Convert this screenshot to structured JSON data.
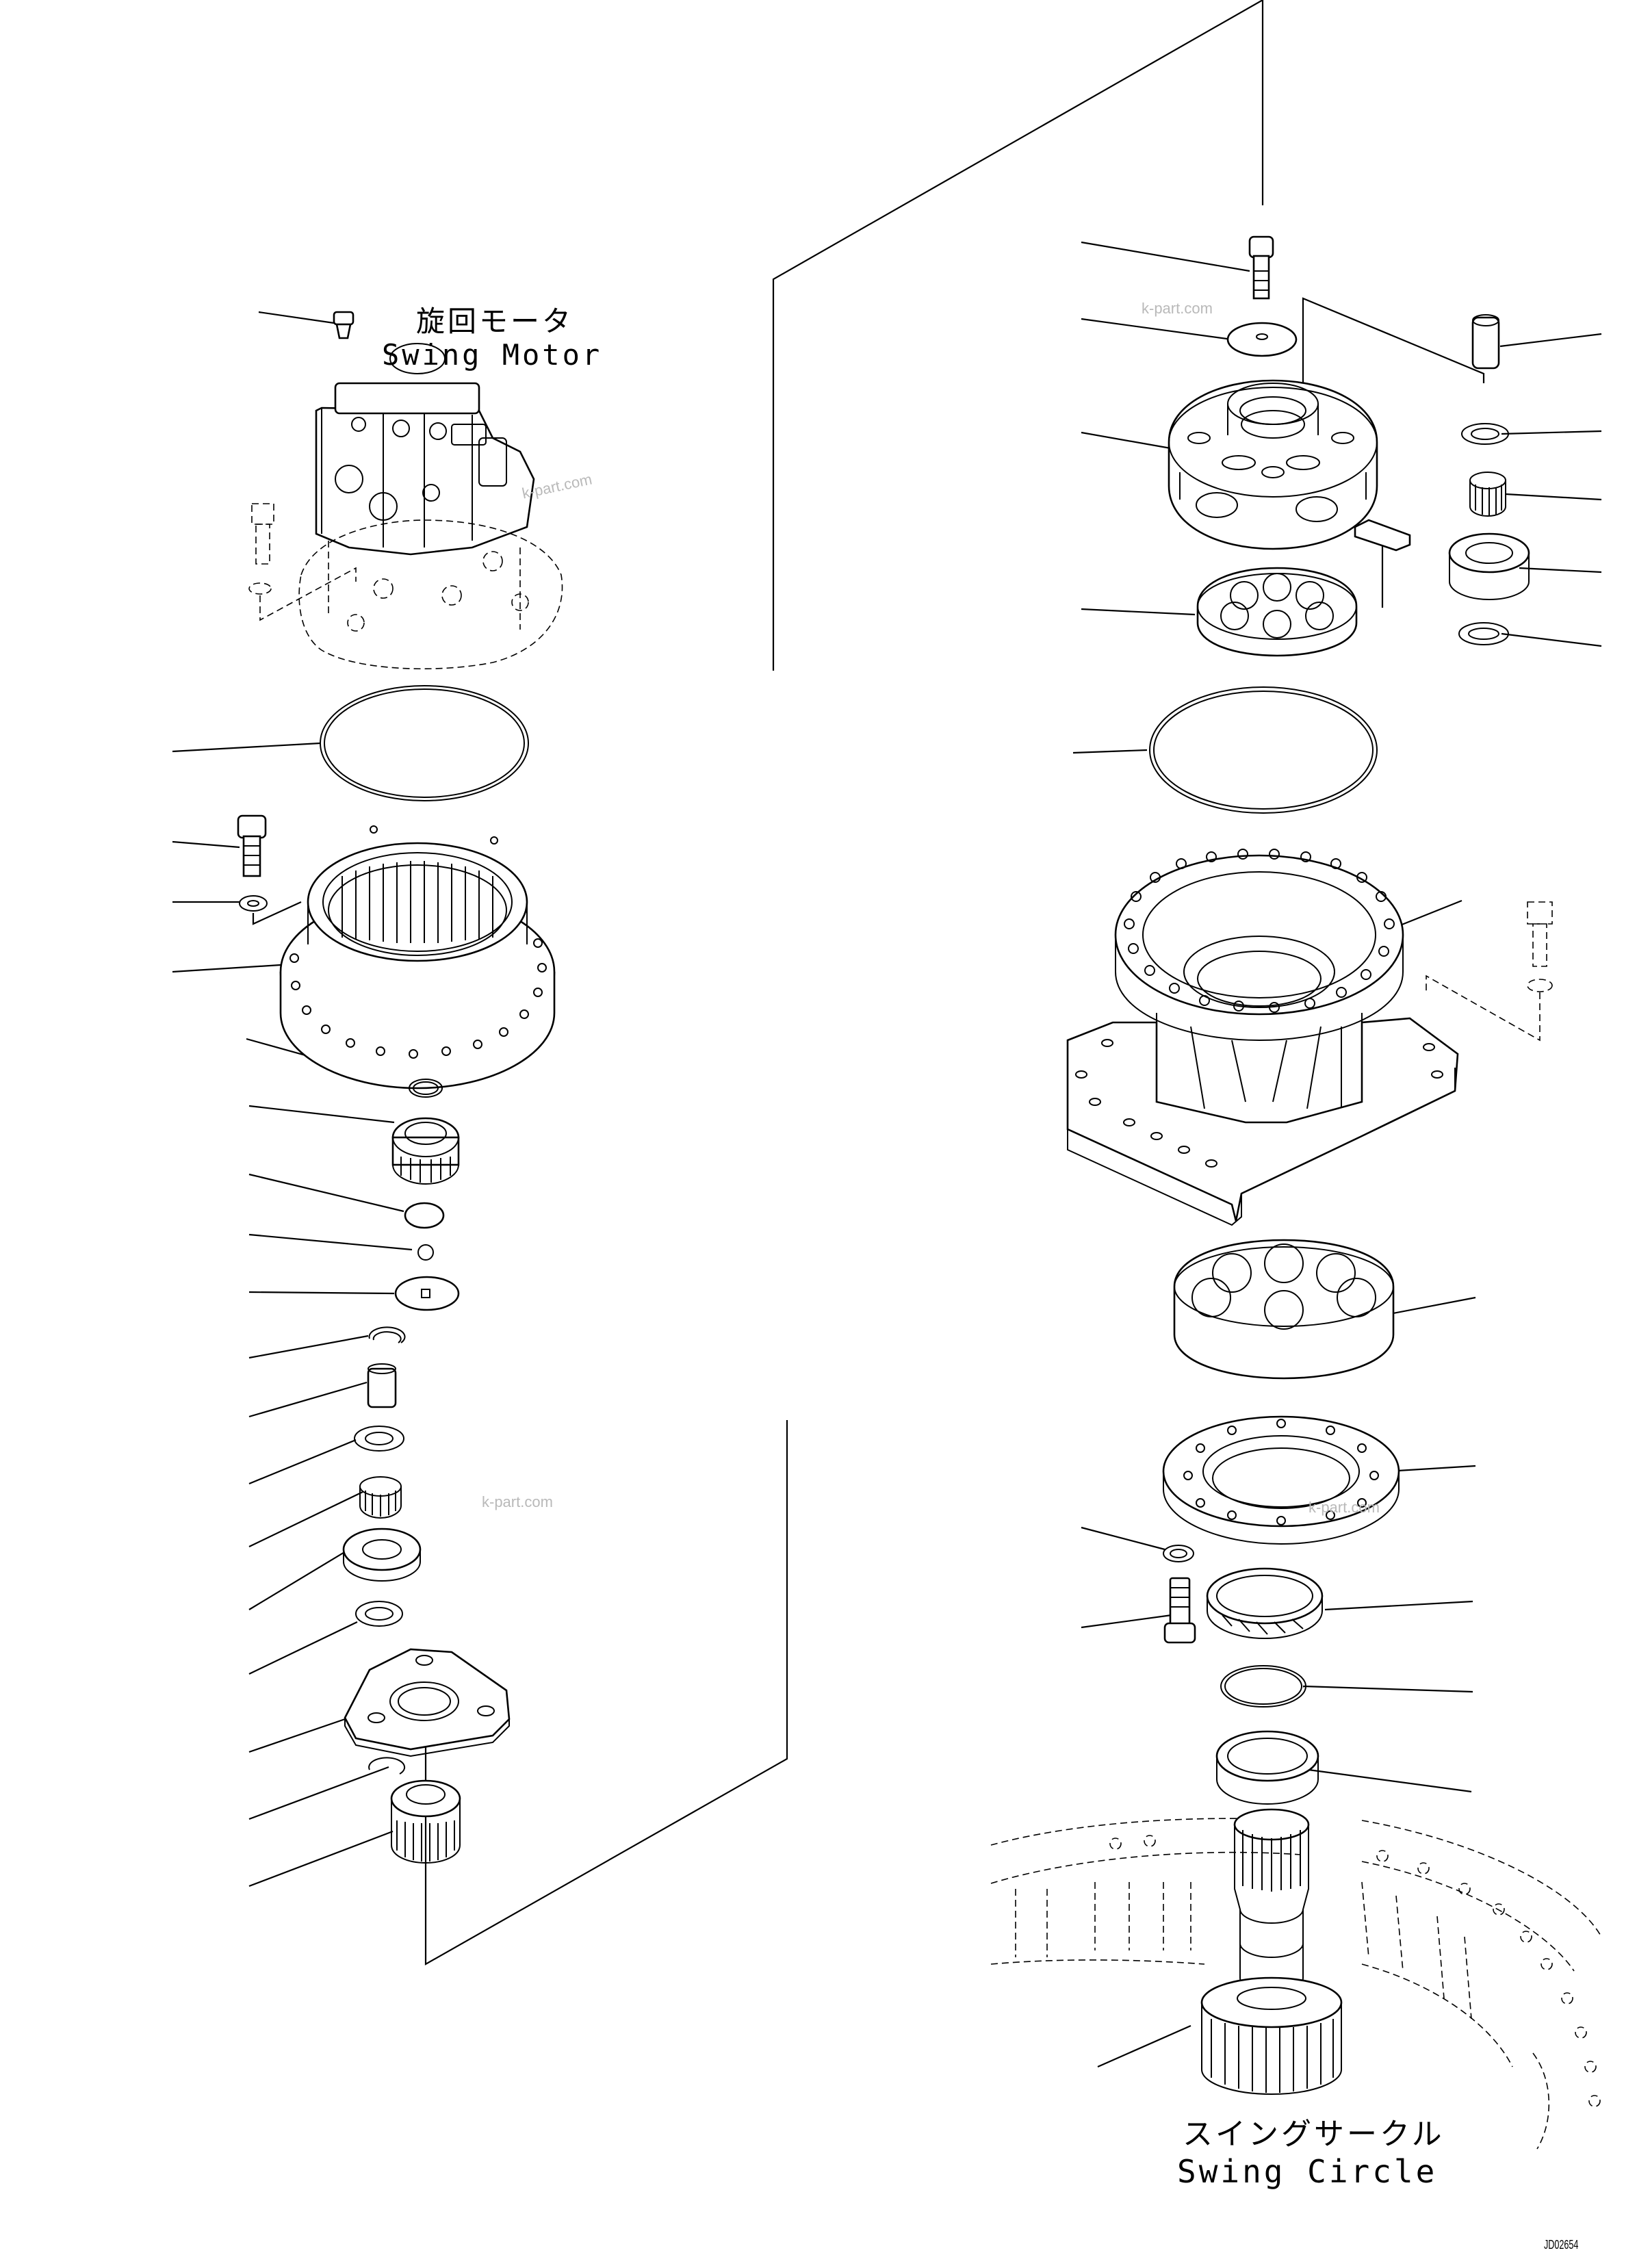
{
  "labels": {
    "swing_motor_jp": "旋回モータ",
    "swing_motor_en": "Swing Motor",
    "swing_circle_jp": "スイングサークル",
    "swing_circle_en": "Swing Circle"
  },
  "watermarks": [
    "k-part.com",
    "k-part.com",
    "k-part.com",
    "k-part.com"
  ],
  "drawing_code": "JD02654"
}
